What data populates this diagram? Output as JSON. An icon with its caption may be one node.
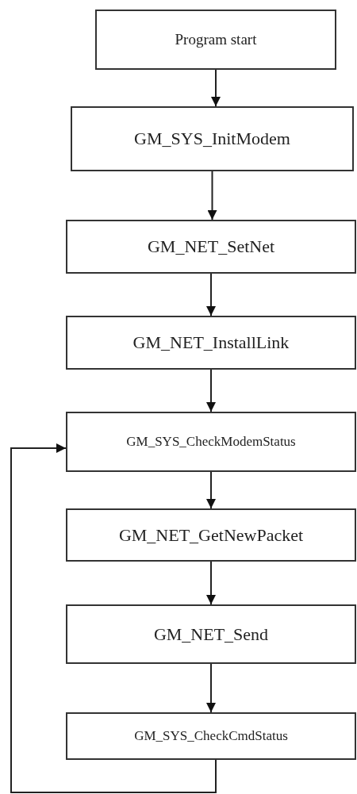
{
  "diagram": {
    "nodes": [
      {
        "text": [
          "Program start"
        ]
      },
      {
        "text": [
          "GM_SYS_InitModem"
        ]
      },
      {
        "text": [
          "GM_NET_SetNet"
        ]
      },
      {
        "text": [
          "GM_NET_InstallLink"
        ]
      },
      {
        "text": [
          "GM_SYS_CheckModemStatus"
        ]
      },
      {
        "text": [
          "GM_NET_GetNewPacket"
        ]
      },
      {
        "text": [
          "GM_NET_Send"
        ]
      },
      {
        "text": [
          "GM_SYS_CheckCmdStatus"
        ]
      }
    ],
    "edges": [
      {
        "from": 0,
        "to": 1,
        "arrow": "to"
      },
      {
        "from": 1,
        "to": 2,
        "arrow": "to"
      },
      {
        "from": 2,
        "to": 3,
        "arrow": "to"
      },
      {
        "from": 3,
        "to": 4,
        "arrow": "to"
      },
      {
        "from": 4,
        "to": 5,
        "arrow": "to"
      },
      {
        "from": 5,
        "to": 6,
        "arrow": "to"
      },
      {
        "from": 6,
        "to": 7,
        "arrow": "to"
      },
      {
        "from": 7,
        "to": 4,
        "arrow": "to"
      }
    ]
  }
}
